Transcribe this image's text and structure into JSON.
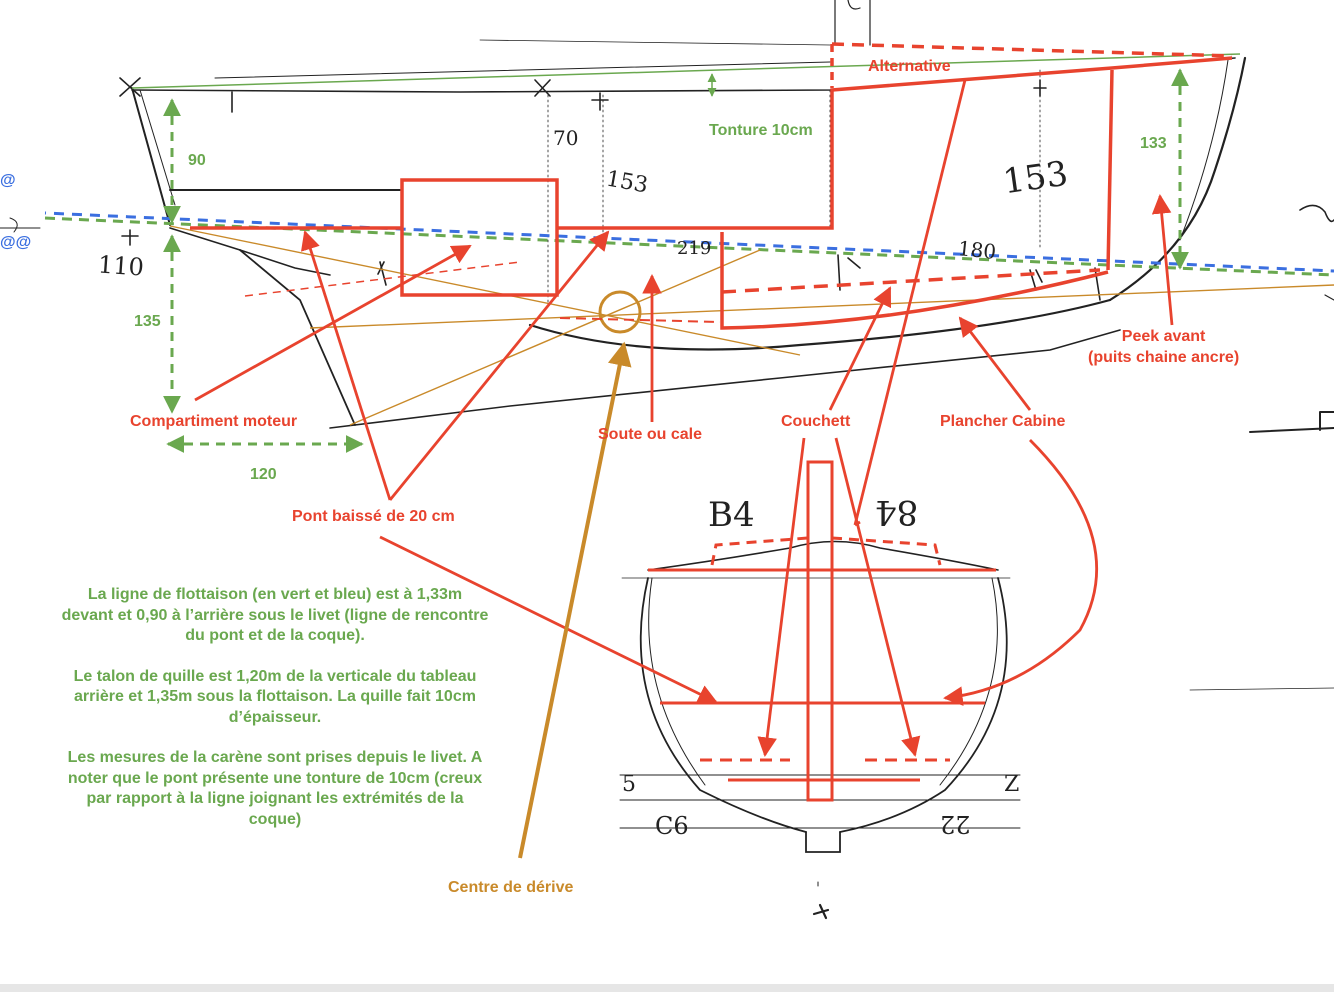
{
  "labels": {
    "alternative": "Alternative",
    "tonture": "Tonture 10cm",
    "dim_90": "90",
    "dim_133": "133",
    "dim_135": "135",
    "dim_120": "120",
    "compartiment": "Compartiment moteur",
    "soute": "Soute ou cale",
    "couchett": "Couchett",
    "plancher": "Plancher Cabine",
    "peek": "Peek avant\n(puits chaine ancre)",
    "pont": "Pont baissé de 20 cm",
    "centre": "Centre de dérive",
    "edge_at1": "@",
    "edge_at2": "@@"
  },
  "hand_labels": {
    "h110": "110",
    "h70": "70",
    "h153a": "153",
    "h153b": "153",
    "h219": "219",
    "h180": "180",
    "h84a": "B4",
    "h84b": "84",
    "h5": "5",
    "hC6": "C6",
    "h22": "22",
    "hZ": "Z"
  },
  "note": {
    "p1": "La ligne de flottaison (en vert et bleu) est à 1,33m devant et 0,90 à l’arrière sous le livet (ligne de rencontre du pont et de la coque).",
    "p2": "Le talon de quille est 1,20m de la verticale du tableau arrière et 1,35m sous la flottaison. La quille fait 10cm d’épaisseur.",
    "p3": "Les mesures de la carène sont prises depuis le livet. A noter que le pont présente une tonture de 10cm (creux par rapport à la ligne joignant les extrémités de la coque)"
  },
  "colors": {
    "red": "#e8432e",
    "green": "#6aa84f",
    "blue": "#3b6fe0",
    "orange": "#c98a2a",
    "pencil": "#222222"
  }
}
